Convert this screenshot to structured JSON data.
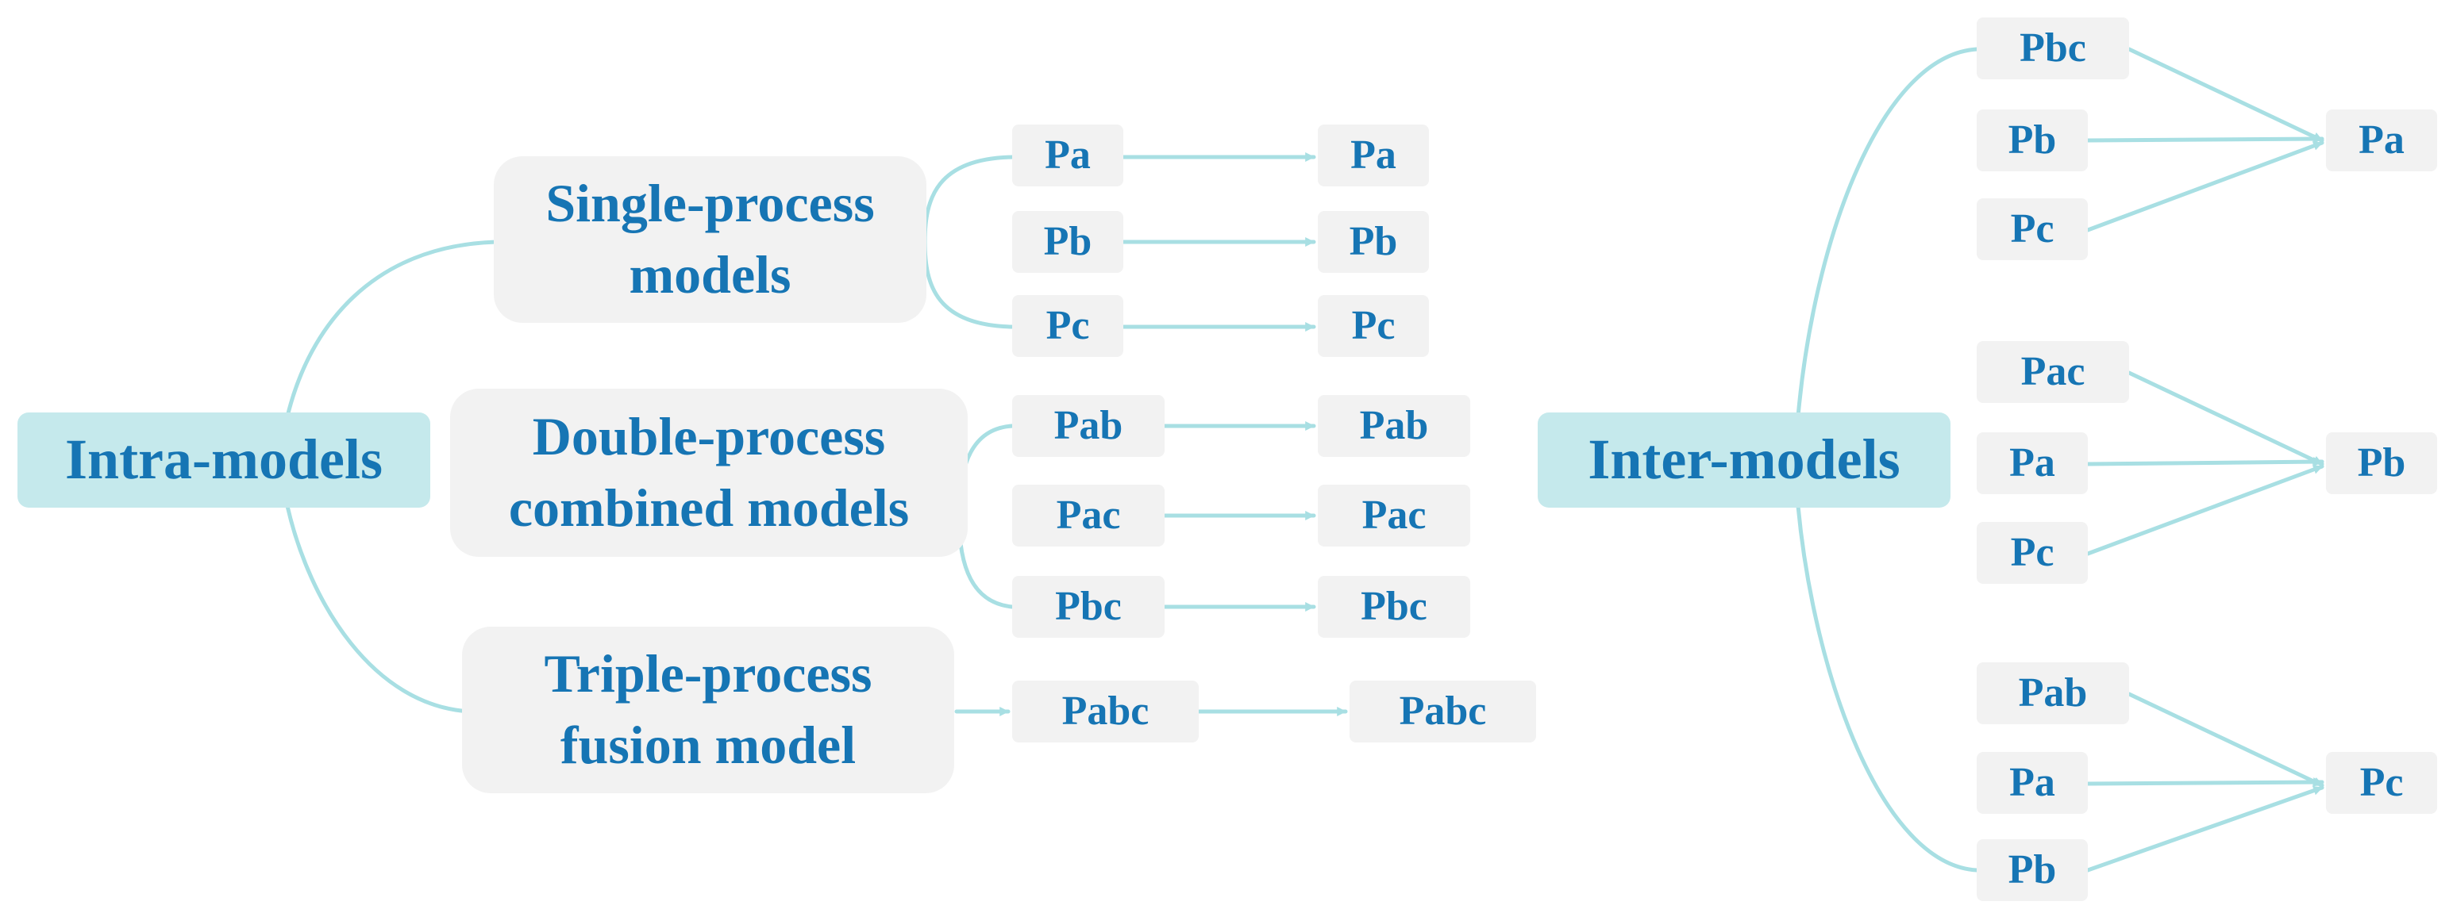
{
  "colors": {
    "accent": "#1675b4",
    "connector": "#a8dfe3",
    "root_fill": "#c5e9ec",
    "node_fill": "#f2f2f2"
  },
  "intra": {
    "root": "Intra-models",
    "single": {
      "label": "Single-process models",
      "pairs": [
        [
          "Pa",
          "Pa"
        ],
        [
          "Pb",
          "Pb"
        ],
        [
          "Pc",
          "Pc"
        ]
      ]
    },
    "double": {
      "label": "Double-process combined models",
      "pairs": [
        [
          "Pab",
          "Pab"
        ],
        [
          "Pac",
          "Pac"
        ],
        [
          "Pbc",
          "Pbc"
        ]
      ]
    },
    "triple": {
      "label": "Triple-process fusion model",
      "pairs": [
        [
          "Pabc",
          "Pabc"
        ]
      ]
    }
  },
  "inter": {
    "root": "Inter-models",
    "groups": [
      {
        "inputs": [
          "Pbc",
          "Pb",
          "Pc"
        ],
        "target": "Pa"
      },
      {
        "inputs": [
          "Pac",
          "Pa",
          "Pc"
        ],
        "target": "Pb"
      },
      {
        "inputs": [
          "Pab",
          "Pa",
          "Pb"
        ],
        "target": "Pc"
      }
    ]
  }
}
